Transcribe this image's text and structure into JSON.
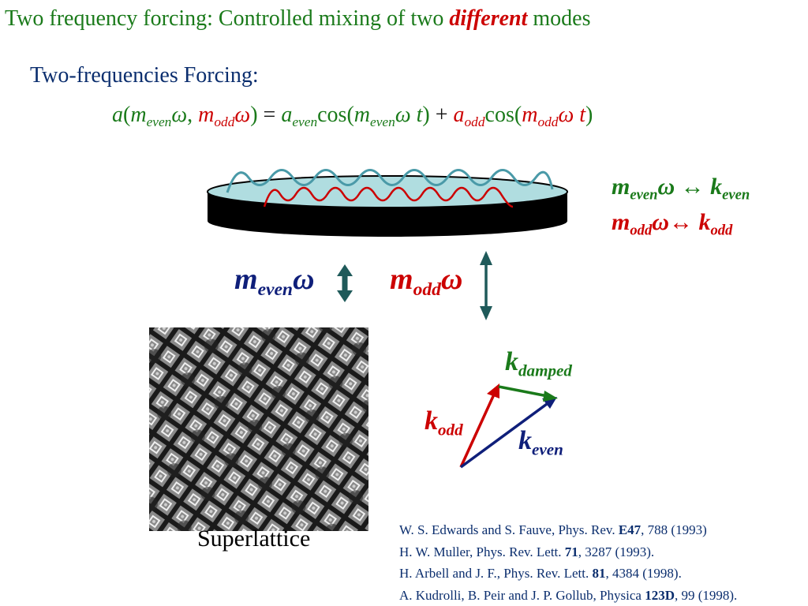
{
  "slide": {
    "title": {
      "text_before": "Two frequency forcing: Controlled mixing of two ",
      "emphasis": "different",
      "text_after": " modes"
    },
    "subtitle": "Two-frequencies Forcing:",
    "equation": {
      "a": "a",
      "paren_open": "(",
      "m": "m",
      "even": "even",
      "odd": "odd",
      "omega": "ω",
      "comma": ", ",
      "paren_close": ")",
      "equals": " = ",
      "cos": "cos(",
      "t": "t",
      "close": ")",
      "plus": " + "
    },
    "relations": {
      "even": {
        "m": "m",
        "sub": "even",
        "omega": "ω",
        "arrow": " ↔ ",
        "k": "k",
        "ksub": "even"
      },
      "odd": {
        "m": "m",
        "sub": "odd",
        "omega": "ω",
        "arrow": "↔ ",
        "k": "k",
        "ksub": "odd"
      }
    },
    "forcing_labels": {
      "even": {
        "m": "m",
        "sub": "even",
        "omega": "ω"
      },
      "odd": {
        "m": "m",
        "sub": "odd",
        "omega": "ω"
      }
    },
    "vector_labels": {
      "damped": {
        "k": "k",
        "sub": "damped"
      },
      "odd": {
        "k": "k",
        "sub": "odd"
      },
      "even": {
        "k": "k",
        "sub": "even"
      }
    },
    "superlattice_label": "Superlattice",
    "references": [
      {
        "before": "W. S. Edwards and S. Fauve,  Phys. Rev. ",
        "bold": "E47",
        "after": ", 788 (1993)"
      },
      {
        "before": "H. W. Muller, Phys. Rev. Lett. ",
        "bold": "71",
        "after": ", 3287 (1993)."
      },
      {
        "before": "H. Arbell and J. F., Phys. Rev. Lett. ",
        "bold": "81",
        "after": ", 4384 (1998)."
      },
      {
        "before": "A. Kudrolli, B. Peir and J. P. Gollub, Physica ",
        "bold": "123D",
        "after": ", 99 (1998)."
      }
    ],
    "colors": {
      "green": "#1a7a1a",
      "red": "#cc0000",
      "navy": "#0b2e6e",
      "dark_blue": "#0f1f7a",
      "teal": "#4a9aa8",
      "dish_fill": "#b0dde0",
      "arrow_teal": "#1f5a5a"
    }
  }
}
